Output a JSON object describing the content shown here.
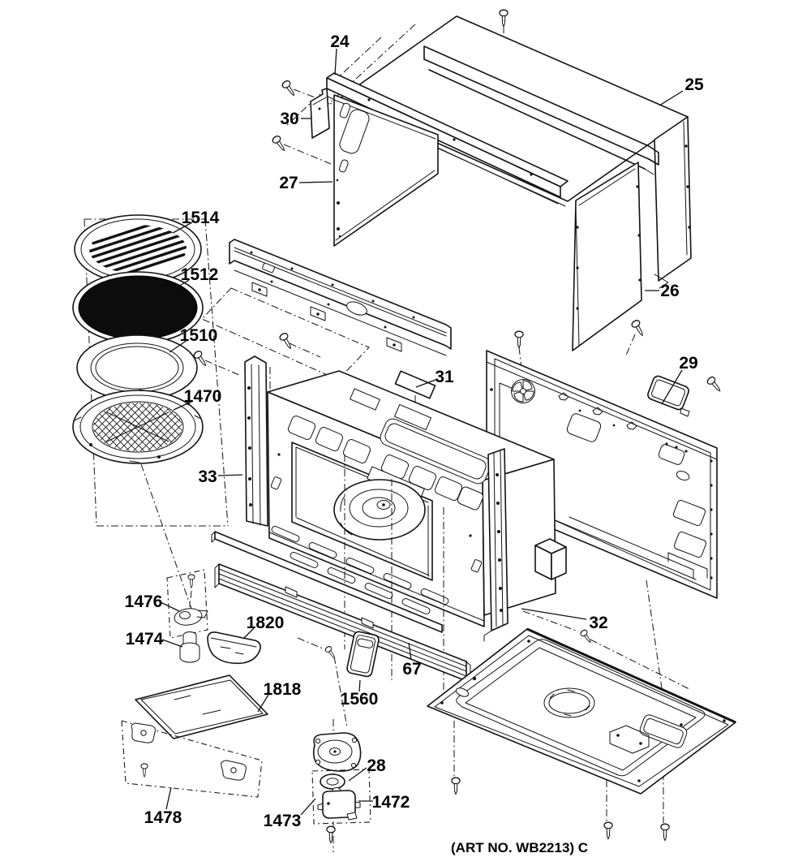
{
  "diagram": {
    "title": "Microwave oven interior parts exploded view",
    "line_color": "#121212",
    "background": "#ffffff",
    "labels": {
      "p24": "24",
      "p25": "25",
      "p26": "26",
      "p27": "27",
      "p28": "28",
      "p29": "29",
      "p30": "30",
      "p31": "31",
      "p32": "32",
      "p33": "33",
      "p67": "67",
      "p1470": "1470",
      "p1472": "1472",
      "p1473": "1473",
      "p1474": "1474",
      "p1476": "1476",
      "p1478": "1478",
      "p1510": "1510",
      "p1512": "1512",
      "p1514": "1514",
      "p1560": "1560",
      "p1818": "1818",
      "p1820": "1820"
    },
    "footer": {
      "art_no": "(ART NO. WB2213) C"
    }
  }
}
